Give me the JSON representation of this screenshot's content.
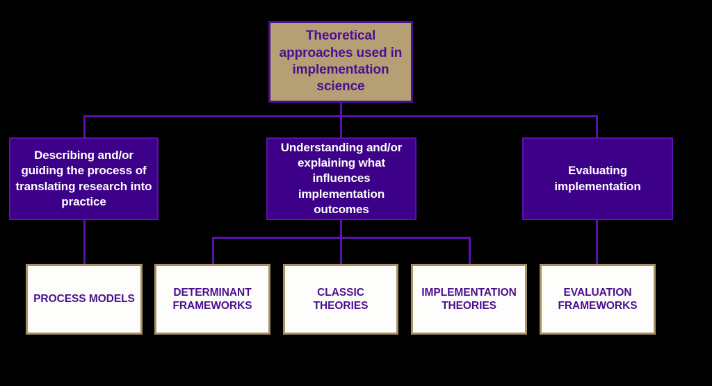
{
  "diagram": {
    "title_node": {
      "id": "root",
      "text": "Theoretical approaches used in implementation science",
      "fill": "#b5a075",
      "border": "#4b0e8f",
      "text_color": "#4b0e8f"
    },
    "purpose_nodes": [
      {
        "id": "describing",
        "text": "Describing and/or guiding the process of translating research into practice",
        "fill": "#3d0089",
        "text_color": "#ffffff"
      },
      {
        "id": "understanding",
        "text": "Understanding and/or explaining what influences implementation outcomes",
        "fill": "#3d0089",
        "text_color": "#ffffff"
      },
      {
        "id": "evaluating",
        "text": "Evaluating implementation",
        "fill": "#3d0089",
        "text_color": "#ffffff"
      }
    ],
    "category_nodes": [
      {
        "id": "process-models",
        "text": "PROCESS MODELS",
        "fill": "#fdfdfb",
        "border": "#a89065",
        "text_color": "#4b0e8f"
      },
      {
        "id": "determinant-frameworks",
        "text": "DETERMINANT FRAMEWORKS",
        "fill": "#fdfdfb",
        "border": "#a89065",
        "text_color": "#4b0e8f"
      },
      {
        "id": "classic-theories",
        "text": "CLASSIC THEORIES",
        "fill": "#fdfdfb",
        "border": "#a89065",
        "text_color": "#4b0e8f"
      },
      {
        "id": "implementation-theories",
        "text": "IMPLEMENTATION THEORIES",
        "fill": "#fdfdfb",
        "border": "#a89065",
        "text_color": "#4b0e8f"
      },
      {
        "id": "evaluation-frameworks",
        "text": "EVALUATION FRAMEWORKS",
        "fill": "#fdfdfb",
        "border": "#a89065",
        "text_color": "#4b0e8f"
      }
    ],
    "connector_color": "#5a13ad",
    "background": "#000000"
  }
}
